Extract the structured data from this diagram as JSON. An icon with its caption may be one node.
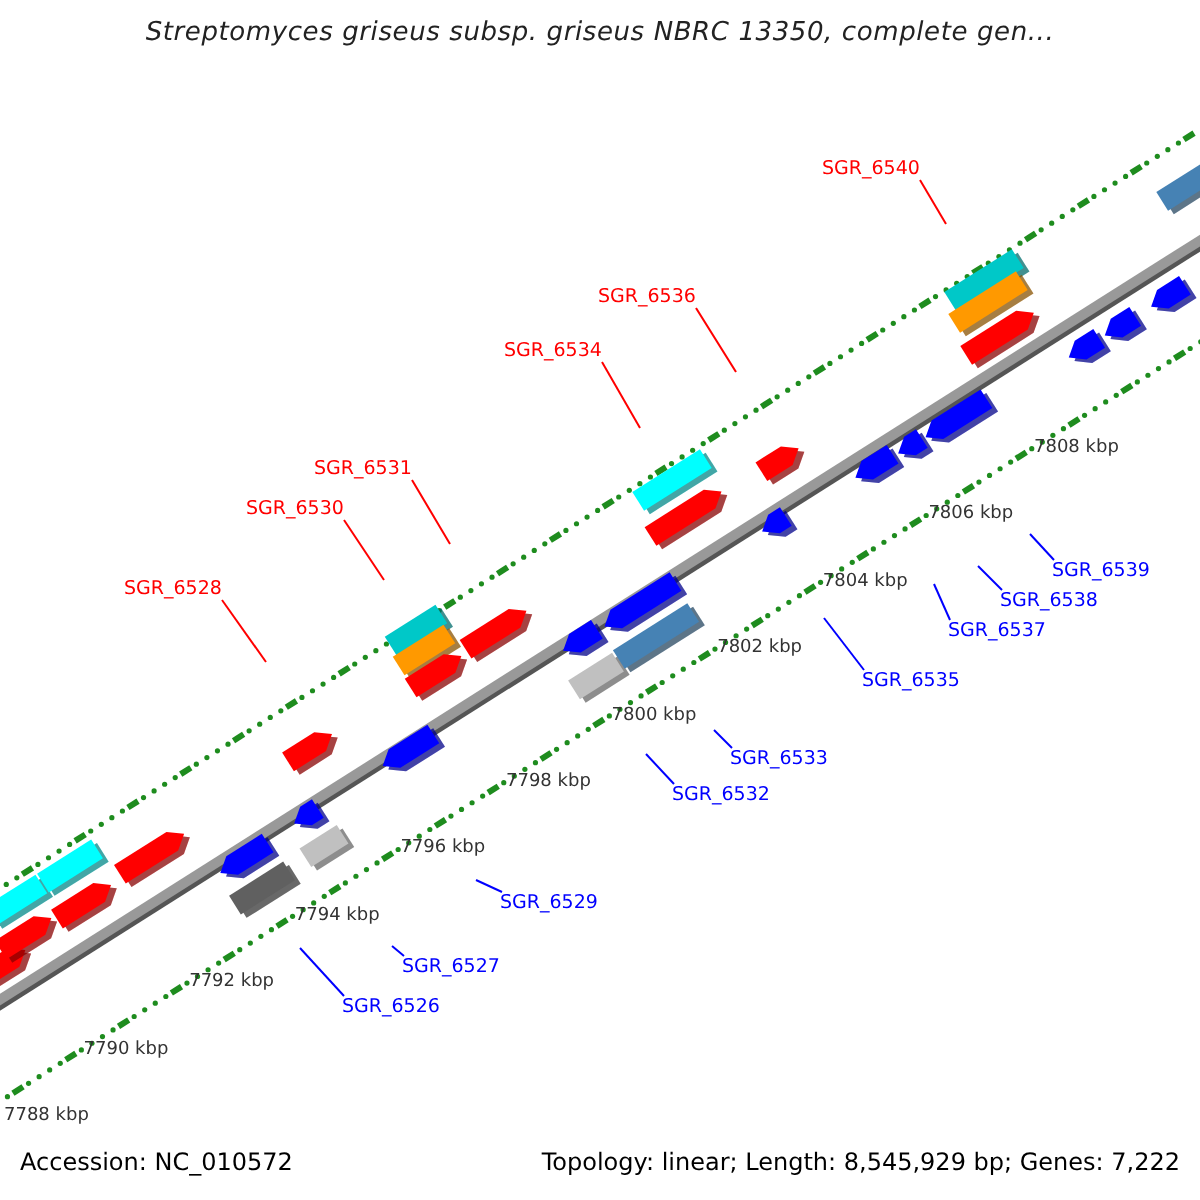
{
  "diagram": {
    "title": "Streptomyces griseus subsp. griseus NBRC 13350, complete gen...",
    "nodes": [
      {
        "text": [
          "SGR_6540"
        ]
      },
      {
        "text": [
          "SGR_6536"
        ]
      },
      {
        "text": [
          "SGR_6534"
        ]
      },
      {
        "text": [
          "SGR_6531"
        ]
      },
      {
        "text": [
          "SGR_6530"
        ]
      },
      {
        "text": [
          "SGR_6539"
        ]
      },
      {
        "text": [
          "SGR_6528"
        ]
      },
      {
        "text": [
          "SGR_6538"
        ]
      },
      {
        "text": [
          "SGR_6537"
        ]
      },
      {
        "text": [
          "SGR_6535"
        ]
      },
      {
        "text": [
          "SGR_6533"
        ]
      },
      {
        "text": [
          "SGR_6532"
        ]
      },
      {
        "text": [
          "SGR_6529"
        ]
      },
      {
        "text": [
          "SGR_6527"
        ]
      },
      {
        "text": [
          "SGR_6526"
        ]
      }
    ],
    "edges": [
      {
        "from": 0,
        "to": null,
        "arrow": "none",
        "color": "#ff0000"
      },
      {
        "from": 1,
        "to": null,
        "arrow": "none",
        "color": "#ff0000"
      },
      {
        "from": 2,
        "to": null,
        "arrow": "none",
        "color": "#ff0000"
      },
      {
        "from": 3,
        "to": null,
        "arrow": "none",
        "color": "#ff0000"
      },
      {
        "from": 4,
        "to": null,
        "arrow": "none",
        "color": "#ff0000"
      },
      {
        "from": 5,
        "to": null,
        "arrow": "none"
      },
      {
        "from": 6,
        "to": null,
        "arrow": "none",
        "color": "#ff0000"
      },
      {
        "from": 7,
        "to": null,
        "arrow": "none"
      },
      {
        "from": 8,
        "to": null,
        "arrow": "none"
      },
      {
        "from": 9,
        "to": null,
        "arrow": "none"
      },
      {
        "from": 10,
        "to": null,
        "arrow": "none"
      },
      {
        "from": 11,
        "to": null,
        "arrow": "none"
      },
      {
        "from": 12,
        "to": null,
        "arrow": "none"
      },
      {
        "from": 13,
        "to": null,
        "arrow": "none"
      },
      {
        "from": 14,
        "to": null,
        "arrow": "none"
      }
    ],
    "labels": [
      "7808 kbp",
      "7806 kbp",
      "7804 kbp",
      "7802 kbp",
      "7800 kbp",
      "7798 kbp",
      "7796 kbp",
      "7794 kbp",
      "7792 kbp",
      "7790 kbp",
      "7788 kbp",
      "Accession: NC_010572",
      "Topology: linear; Length: 8,545,929 bp; Genes: 7,222"
    ]
  }
}
